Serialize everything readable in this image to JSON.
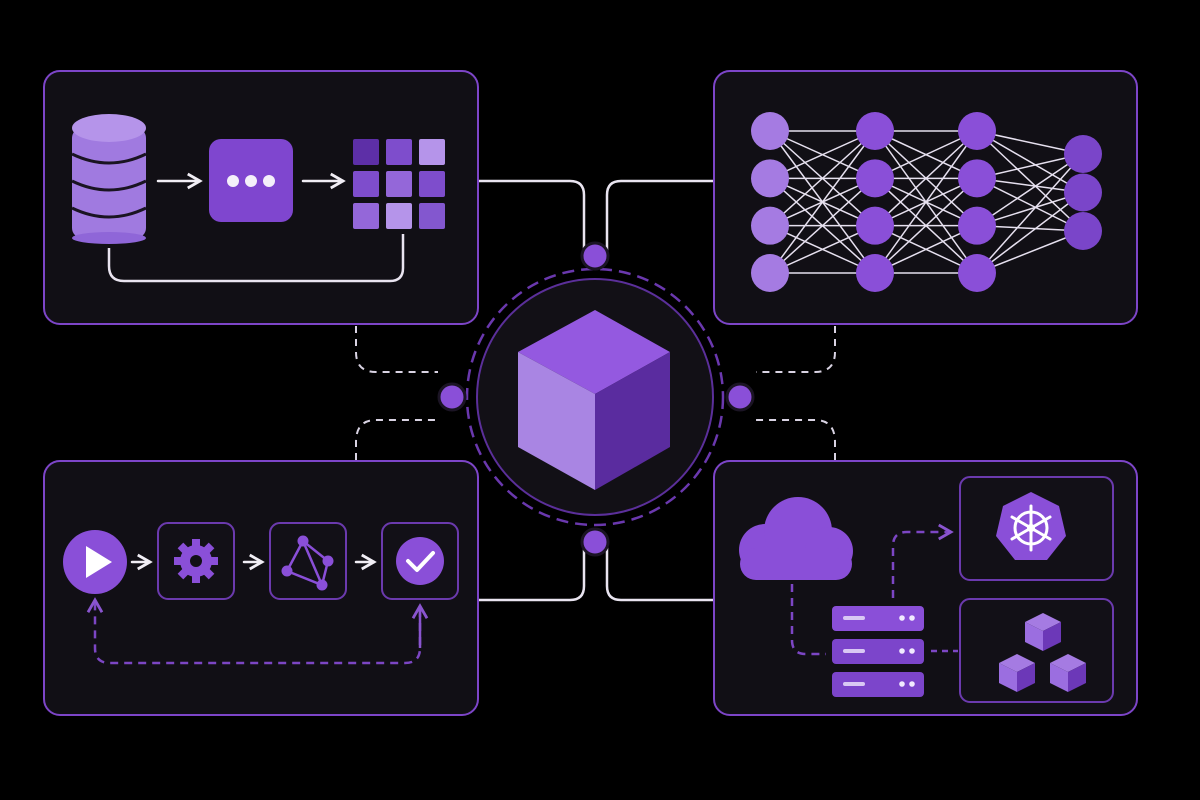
{
  "diagram": {
    "hub": {
      "icon": "cube-icon",
      "connectors": [
        "top",
        "left",
        "right",
        "bottom"
      ]
    },
    "panels": [
      {
        "id": "data-pipeline",
        "icons": [
          "database-icon",
          "processing-icon",
          "grid-matrix-icon"
        ]
      },
      {
        "id": "neural-network",
        "layers": [
          4,
          4,
          4,
          3
        ],
        "icons": [
          "neural-network-icon"
        ]
      },
      {
        "id": "ci-workflow",
        "icons": [
          "play-icon",
          "gear-icon",
          "graph-nodes-icon",
          "check-icon"
        ]
      },
      {
        "id": "cloud-deployment",
        "icons": [
          "cloud-icon",
          "server-stack-icon",
          "kubernetes-helm-icon",
          "container-cubes-icon"
        ]
      }
    ]
  },
  "colors": {
    "background": "#000000",
    "panel": "#110f15",
    "panel_border": "#7d45c8",
    "accent": "#8a4fd8",
    "accent_light": "#a57be2",
    "accent_dark": "#5e2fae",
    "line": "#e9e4f0"
  }
}
